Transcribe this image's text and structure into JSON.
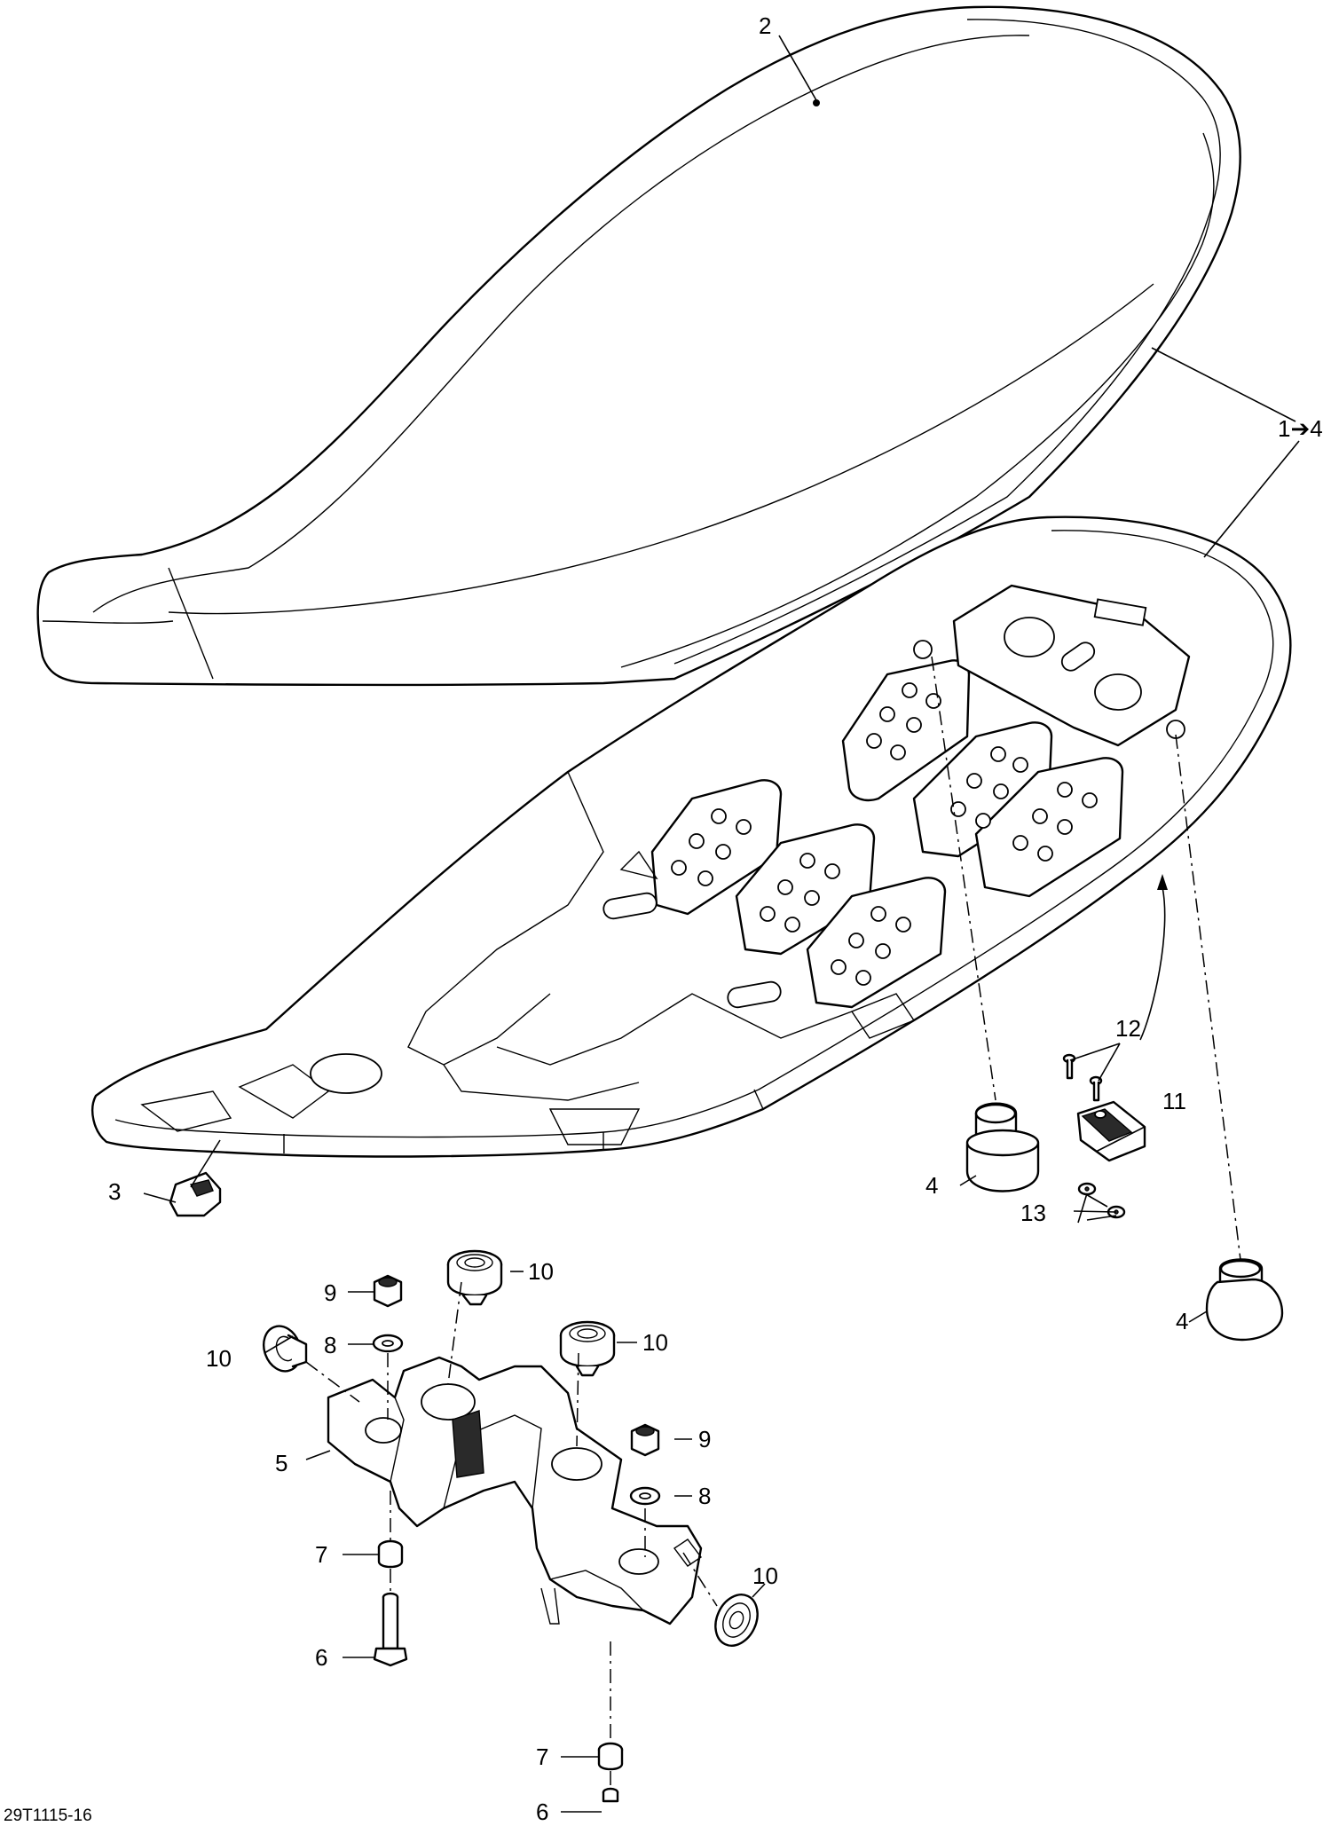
{
  "callouts": {
    "seat_cover": "2",
    "seat_assembly": "1➔4",
    "bumper_front": "3",
    "bumper_mid": "4",
    "bumper_rear": "4",
    "bracket": "5",
    "screw_left": "6",
    "screw_right": "6",
    "spacer_left": "7",
    "spacer_right": "7",
    "washer_left": "8",
    "washer_right": "8",
    "nut_left": "9",
    "nut_right": "9",
    "grommet_left": "10",
    "grommet_top": "10",
    "grommet_mid": "10",
    "grommet_low": "10",
    "latch_plate": "11",
    "rivet_pair": "12",
    "washer_pair": "13"
  },
  "drawing_code": "29T1115-16"
}
